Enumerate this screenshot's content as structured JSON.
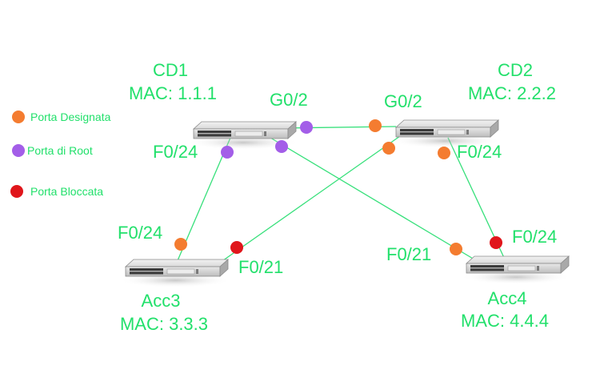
{
  "legend": {
    "designated": {
      "label": "Porta Designata",
      "color": "#f47c30"
    },
    "root": {
      "label": "Porta di Root",
      "color": "#a35ee8"
    },
    "blocked": {
      "label": "Porta Bloccata",
      "color": "#e0161b"
    }
  },
  "link_color": "#36e07a",
  "text_color": "#22e06b",
  "switches": {
    "cd1": {
      "name": "CD1",
      "mac": "MAC: 1.1.1"
    },
    "cd2": {
      "name": "CD2",
      "mac": "MAC: 2.2.2"
    },
    "acc3": {
      "name": "Acc3",
      "mac": "MAC: 3.3.3"
    },
    "acc4": {
      "name": "Acc4",
      "mac": "MAC: 4.4.4"
    }
  },
  "ports": {
    "cd1_g0_2": "G0/2",
    "cd2_g0_2": "G0/2",
    "cd1_f0_24": "F0/24",
    "cd2_f0_24": "F0/24",
    "acc3_f0_24": "F0/24",
    "acc3_f0_21": "F0/21",
    "acc4_f0_21": "F0/21",
    "acc4_f0_24": "F0/24"
  }
}
